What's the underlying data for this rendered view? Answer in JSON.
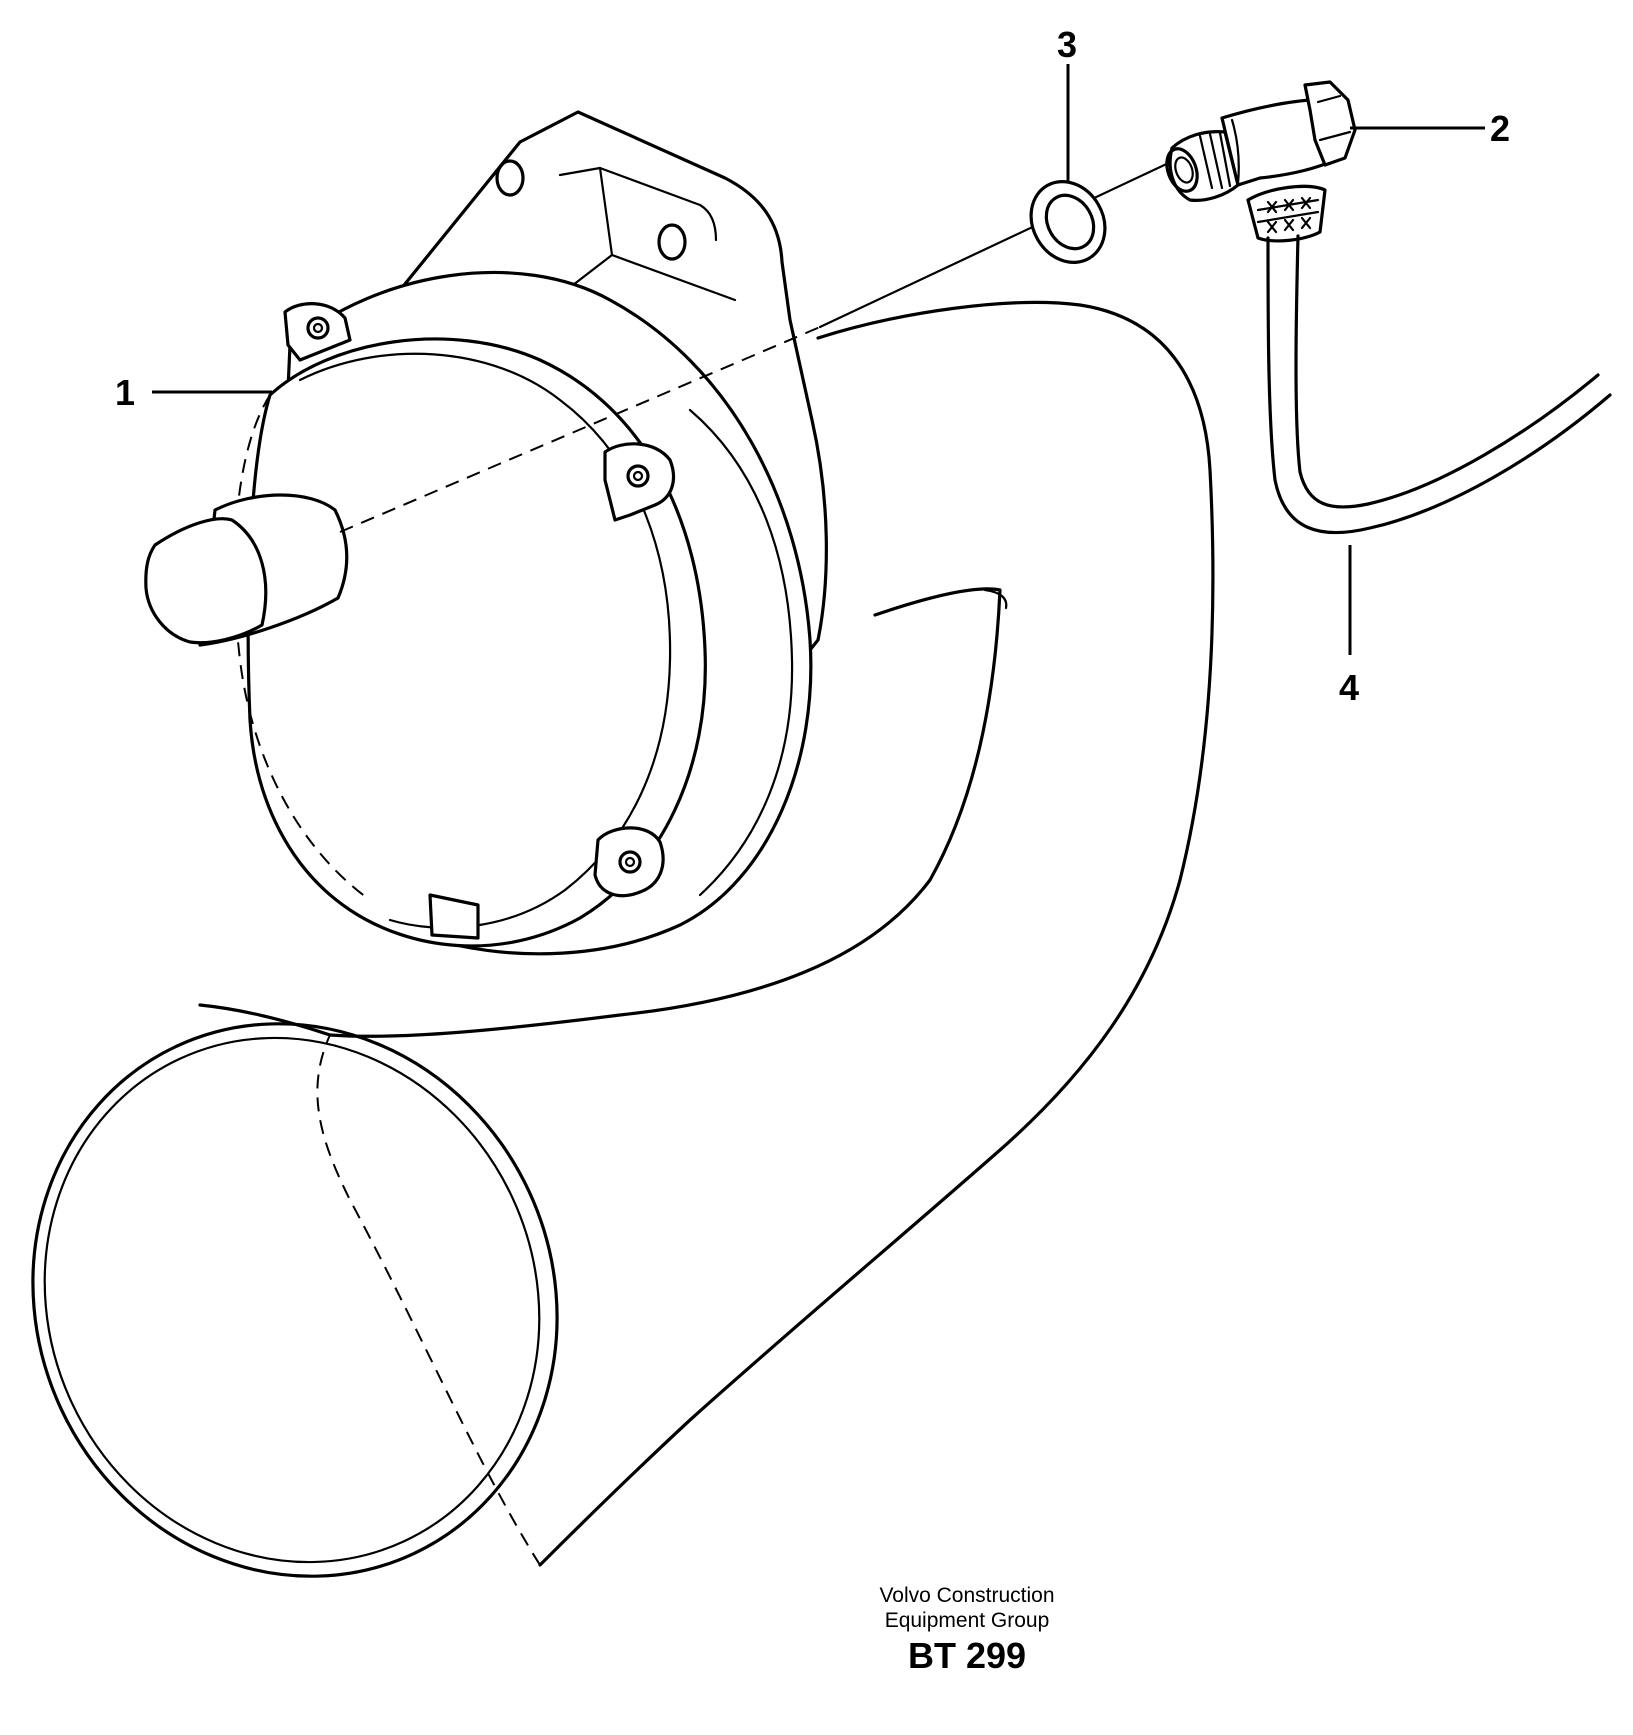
{
  "callouts": [
    {
      "id": "1",
      "label": "1"
    },
    {
      "id": "2",
      "label": "2"
    },
    {
      "id": "3",
      "label": "3"
    },
    {
      "id": "4",
      "label": "4"
    }
  ],
  "footer": {
    "line1": "Volvo Construction",
    "line2": "Equipment Group",
    "code": "BT 299"
  }
}
